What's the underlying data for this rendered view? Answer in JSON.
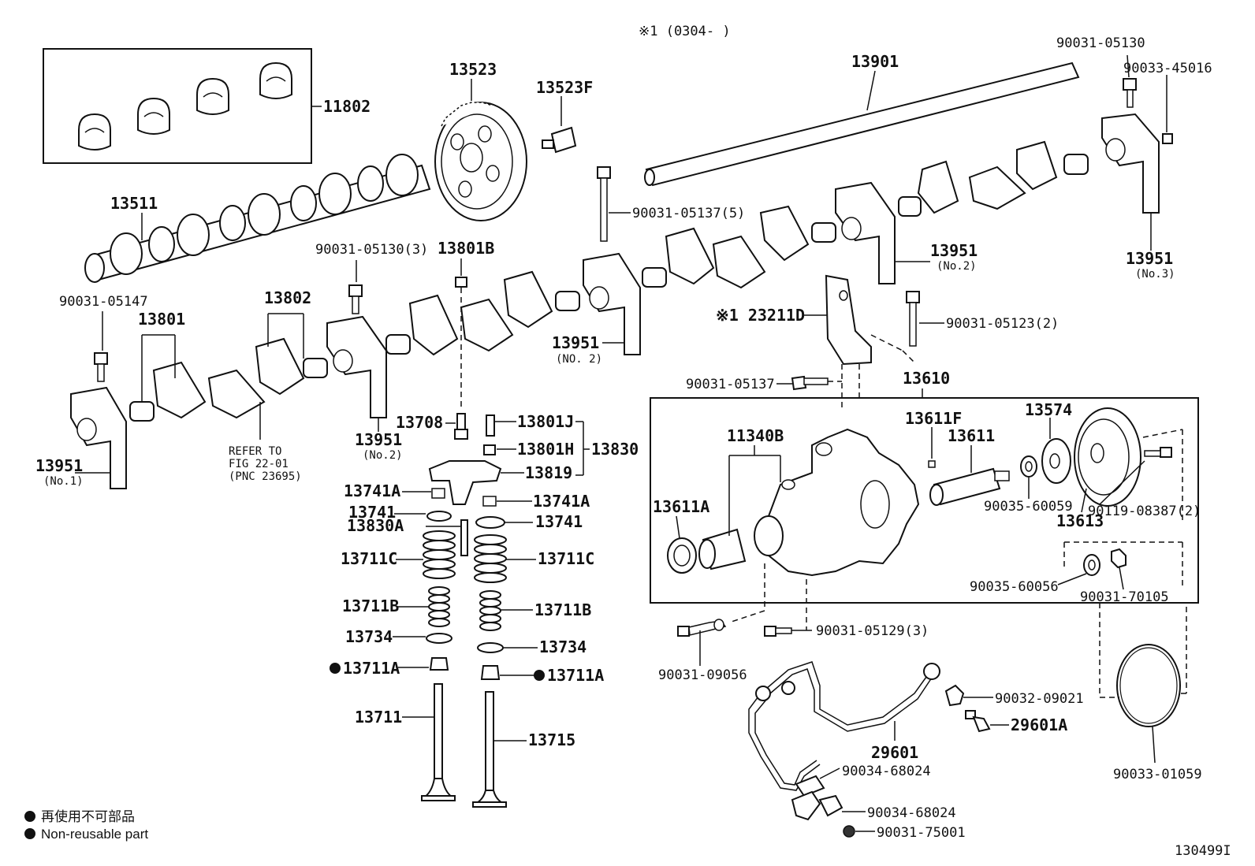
{
  "header": {
    "note": "※1 (0304-        )"
  },
  "labels": {
    "p11802": "11802",
    "p13511": "13511",
    "p13523": "13523",
    "p13523F": "13523F",
    "p13901": "13901",
    "p90031_05130": "90031-05130",
    "p90033_45016": "90033-45016",
    "p90031_05137_5": "90031-05137(5)",
    "p90031_05130_3": "90031-05130(3)",
    "p13801B": "13801B",
    "p90031_05147": "90031-05147",
    "p13801": "13801",
    "p13802": "13802",
    "p13951_a": "13951",
    "p13951_a_sub": "(No.2)",
    "p13951_b": "13951",
    "p13951_b_sub": "(No.3)",
    "p13951_c": "13951",
    "p13951_c_sub": "(NO. 2)",
    "p13951_d": "13951",
    "p13951_d_sub": "(No.2)",
    "p13951_e": "13951",
    "p13951_e_sub": "(No.1)",
    "refer1": "REFER TO",
    "refer2": "FIG 22-01",
    "refer3": "(PNC 23695)",
    "p23211D": "※1 23211D",
    "p90031_05123_2": "90031-05123(2)",
    "p90031_05137": "90031-05137",
    "p13610": "13610",
    "p13708": "13708",
    "p13801J": "13801J",
    "p13801H": "13801H",
    "p13830": "13830",
    "p13819": "13819",
    "p13741A_l": "13741A",
    "p13741A_r": "13741A",
    "p13741_l": "13741",
    "p13741_r": "13741",
    "p13830A": "13830A",
    "p13711C_l": "13711C",
    "p13711C_r": "13711C",
    "p13711B_l": "13711B",
    "p13711B_r": "13711B",
    "p13734_l": "13734",
    "p13734_r": "13734",
    "p13711A_l": "13711A",
    "p13711A_r": "13711A",
    "p13711": "13711",
    "p13715": "13715",
    "p11340B": "11340B",
    "p13611F": "13611F",
    "p13611": "13611",
    "p13574": "13574",
    "p13611A": "13611A",
    "p90035_60059": "90035-60059",
    "p13613": "13613",
    "p90119_08387_2": "90119-08387(2)",
    "p90035_60056": "90035-60056",
    "p90031_70105": "90031-70105",
    "p90031_09056": "90031-09056",
    "p90031_05129_3": "90031-05129(3)",
    "p90032_09021": "90032-09021",
    "p29601A": "29601A",
    "p29601": "29601",
    "p90034_68024_a": "90034-68024",
    "p90034_68024_b": "90034-68024",
    "p90031_75001": "90031-75001",
    "p90033_01059": "90033-01059"
  },
  "legend": {
    "jp": "再使用不可部品",
    "en": "Non-reusable part"
  },
  "figure_id": "130499I"
}
